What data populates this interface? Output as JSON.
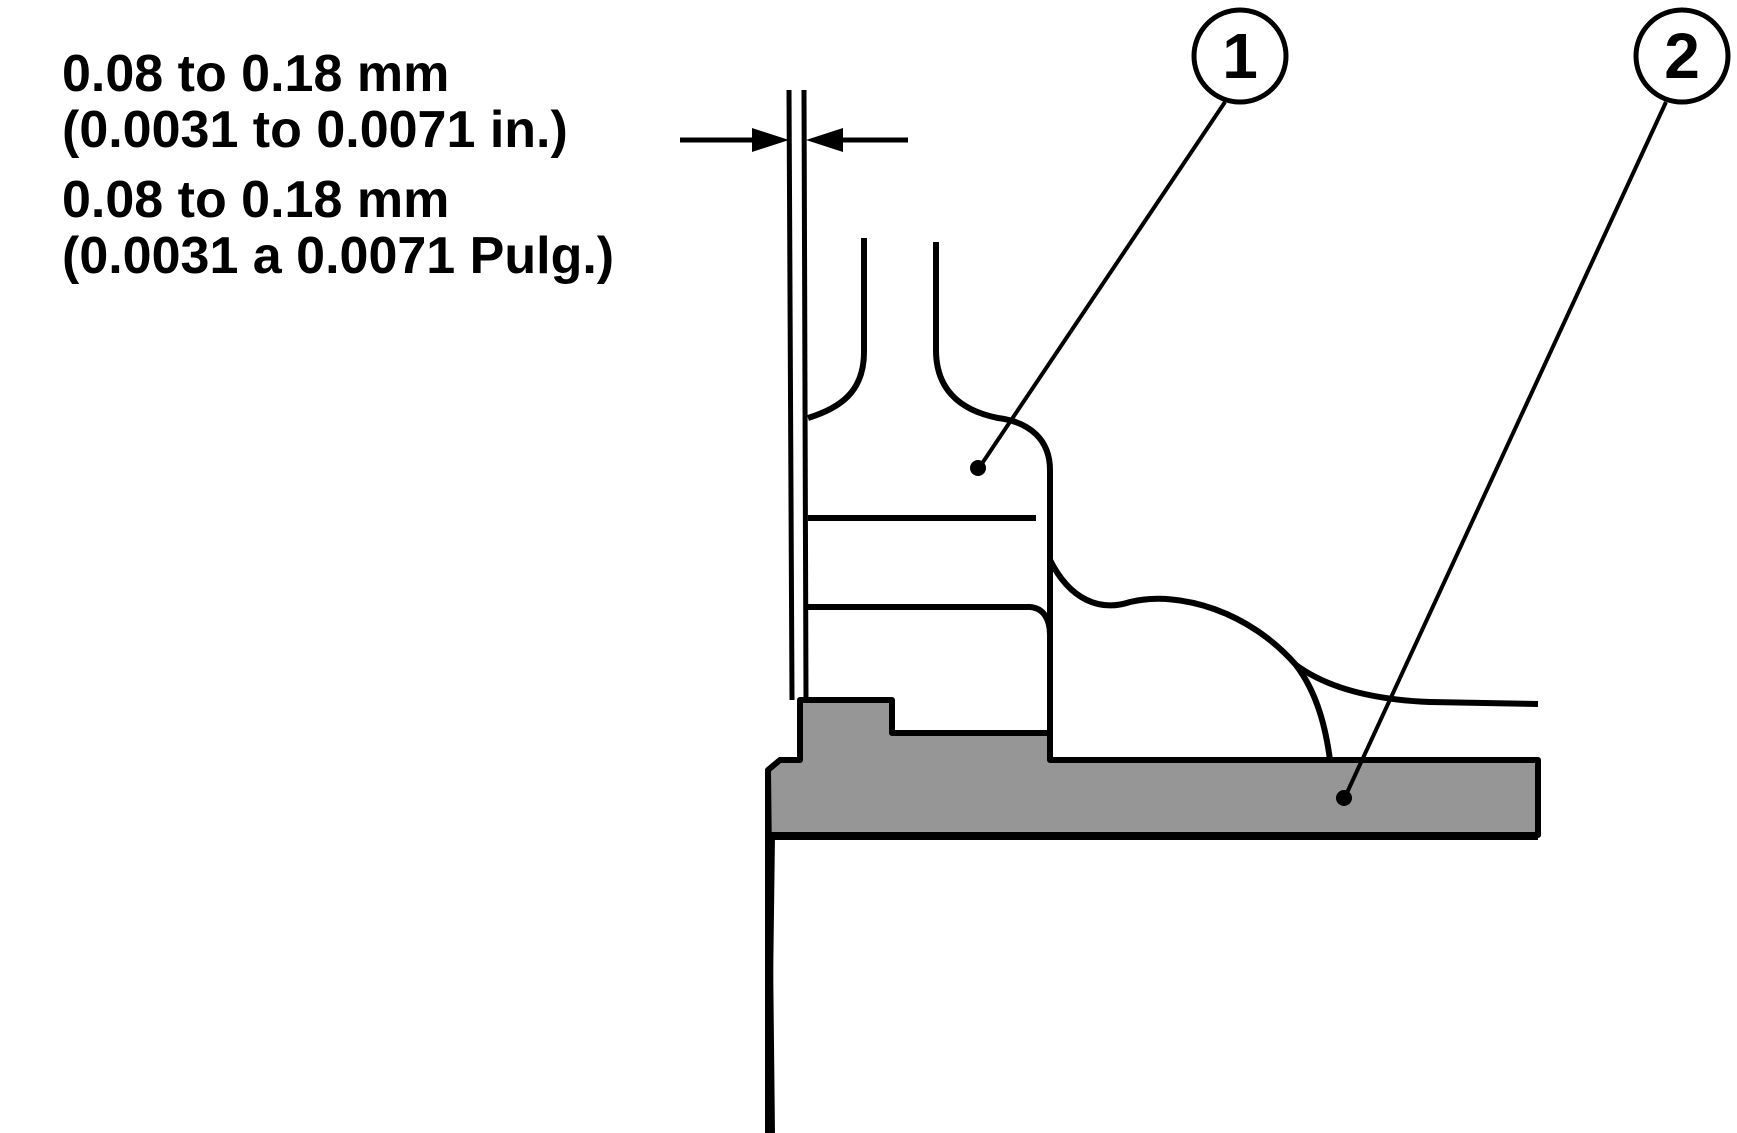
{
  "clearance_spec": {
    "english": {
      "line1": "0.08 to 0.18 mm",
      "line2": "(0.0031 to 0.0071 in.)"
    },
    "spanish": {
      "line1": "0.08 to 0.18 mm",
      "line2": "(0.0031 a 0.0071 Pulg.)"
    }
  },
  "callouts": [
    {
      "number": "1"
    },
    {
      "number": "2"
    }
  ],
  "colors": {
    "line": "#000000",
    "shaded_part": "#969696",
    "background": "#ffffff"
  }
}
